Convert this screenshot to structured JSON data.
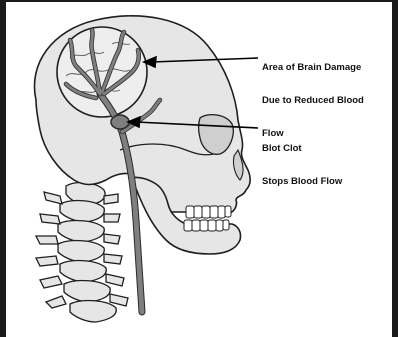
{
  "colors": {
    "background": "#ffffff",
    "frame": "#1a1a1a",
    "bone_fill": "#e6e6e6",
    "bone_stroke": "#1f1f1f",
    "artery": "#7f7f7f",
    "vessel_stroke": "#2a2a2a",
    "arrow": "#000000"
  },
  "callouts": {
    "damage": {
      "line1": "Area of Brain Damage",
      "line2": "Due to Reduced Blood",
      "line3": "Flow"
    },
    "clot": {
      "line1": "Blot Clot",
      "line2": "Stops Blood Flow"
    }
  }
}
